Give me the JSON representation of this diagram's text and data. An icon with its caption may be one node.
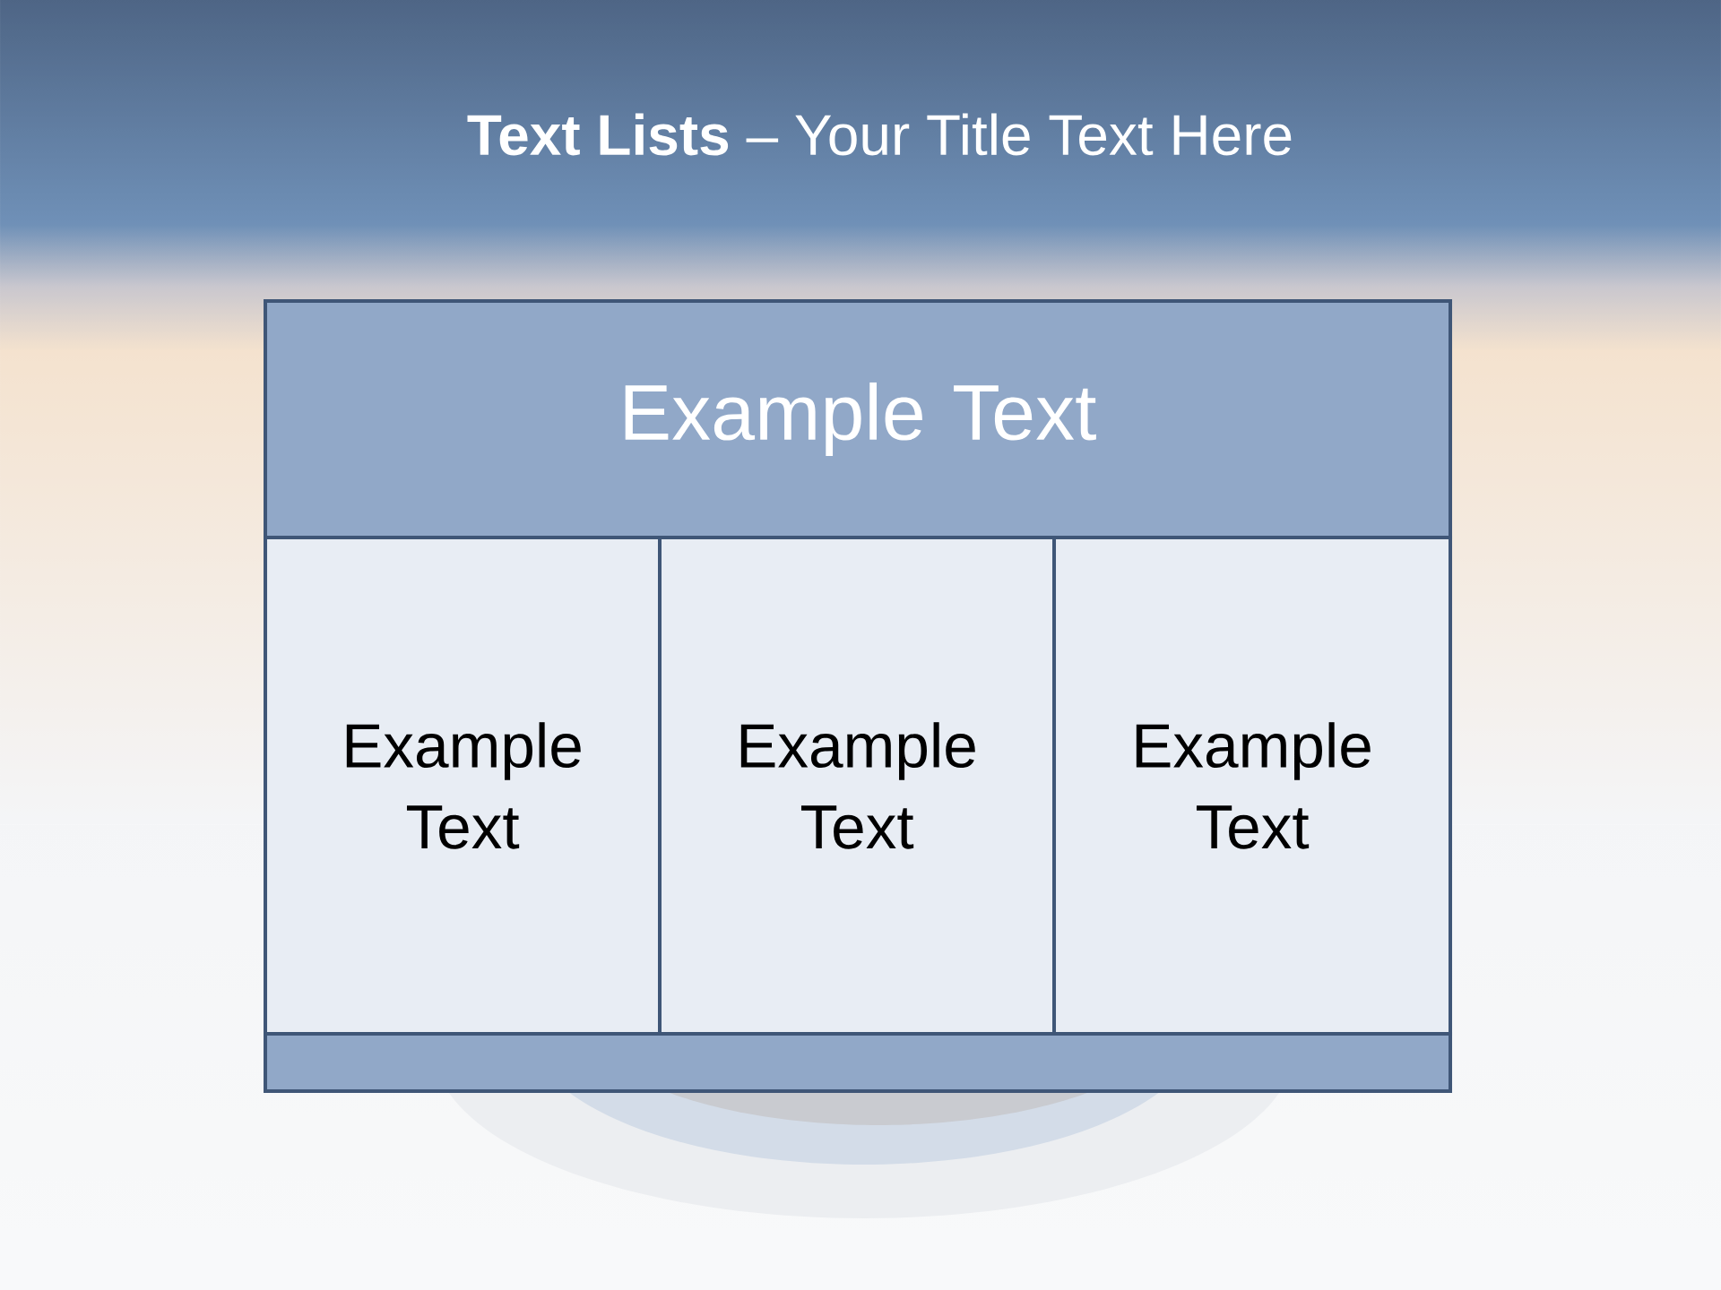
{
  "diagram": {
    "title": "**Text Lists** – Your Title Text Here",
    "nodes": [
      {
        "text": [
          "Example Text"
        ]
      },
      {
        "text": [
          "Example Text"
        ]
      },
      {
        "text": [
          "Example Text"
        ]
      },
      {
        "text": [
          "Example Text"
        ]
      },
      {
        "text": [],
        "shape": "bar"
      }
    ]
  }
}
